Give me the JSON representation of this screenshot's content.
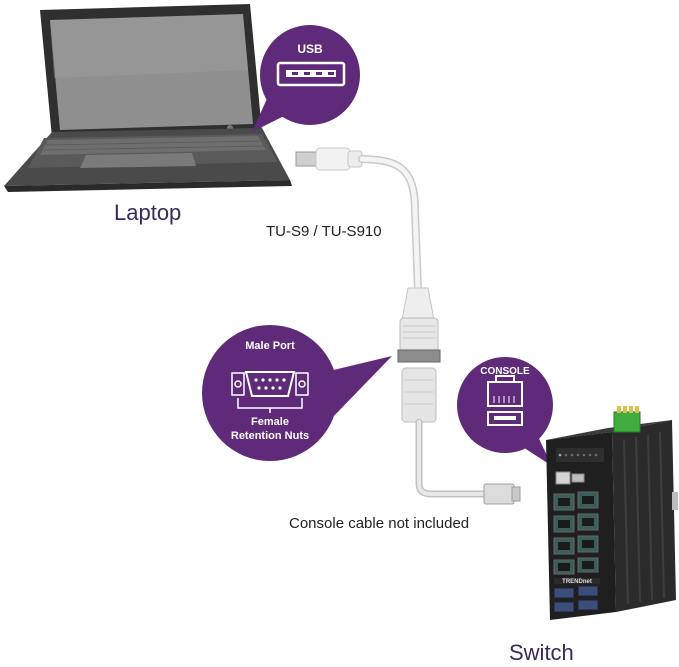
{
  "laptop": {
    "label": "Laptop"
  },
  "switch": {
    "label": "Switch",
    "brand": "TRENDnet"
  },
  "cable": {
    "label": "TU-S9 / TU-S910",
    "note": "Console cable not included"
  },
  "callouts": {
    "usb": {
      "title": "USB"
    },
    "serial": {
      "title": "Male Port",
      "subtitle_line1": "Female",
      "subtitle_line2": "Retention Nuts"
    },
    "console": {
      "title": "CONSOLE"
    }
  },
  "colors": {
    "callout": "#5e2a79",
    "laptop_body": "#3a3a3a",
    "laptop_screen": "#8a8a8a",
    "switch_body": "#1f1f1f",
    "terminal_block": "#3fae3f",
    "cable": "#e6e6e6"
  }
}
